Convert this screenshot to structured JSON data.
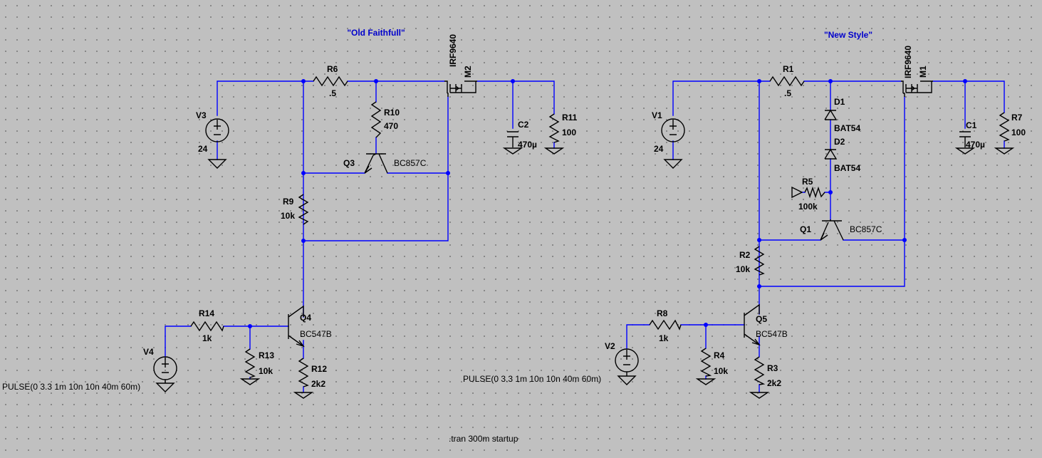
{
  "titles": {
    "left": "\"Old Faithfull\"",
    "right": "\"New Style\""
  },
  "left": {
    "V3": {
      "name": "V3",
      "value": "24"
    },
    "R6": {
      "name": "R6",
      "value": ".5"
    },
    "M2": {
      "name": "M2",
      "value": "IRF9640"
    },
    "R10": {
      "name": "R10",
      "value": "470"
    },
    "Q3": {
      "name": "Q3",
      "value": "BC857C"
    },
    "C2": {
      "name": "C2",
      "value": "470µ"
    },
    "R11": {
      "name": "R11",
      "value": "100"
    },
    "R9": {
      "name": "R9",
      "value": "10k"
    },
    "R14": {
      "name": "R14",
      "value": "1k"
    },
    "Q4": {
      "name": "Q4",
      "value": "BC547B"
    },
    "V4": {
      "name": "V4",
      "value": "PULSE(0 3.3 1m 10n 10n 40m 60m)"
    },
    "R13": {
      "name": "R13",
      "value": "10k"
    },
    "R12": {
      "name": "R12",
      "value": "2k2"
    }
  },
  "right": {
    "V1": {
      "name": "V1",
      "value": "24"
    },
    "R1": {
      "name": "R1",
      "value": ".5"
    },
    "M1": {
      "name": "M1",
      "value": "IRF9640"
    },
    "D1": {
      "name": "D1",
      "value": "BAT54"
    },
    "D2": {
      "name": "D2",
      "value": "BAT54"
    },
    "C1": {
      "name": "C1",
      "value": "470µ"
    },
    "R7": {
      "name": "R7",
      "value": "100"
    },
    "R5": {
      "name": "R5",
      "value": "100k"
    },
    "Q1": {
      "name": "Q1",
      "value": "BC857C"
    },
    "R2": {
      "name": "R2",
      "value": "10k"
    },
    "R8": {
      "name": "R8",
      "value": "1k"
    },
    "Q5": {
      "name": "Q5",
      "value": "BC547B"
    },
    "V2": {
      "name": "V2",
      "value": "PULSE(0 3.3 1m 10n 10n 40m 60m)"
    },
    "R4": {
      "name": "R4",
      "value": "10k"
    },
    "R3": {
      "name": "R3",
      "value": "2k2"
    }
  },
  "directive": ".tran 300m startup",
  "colors": {
    "wire": "#0000ff",
    "component": "#000000",
    "title": "#0000cc",
    "background": "#c0c0c0"
  }
}
